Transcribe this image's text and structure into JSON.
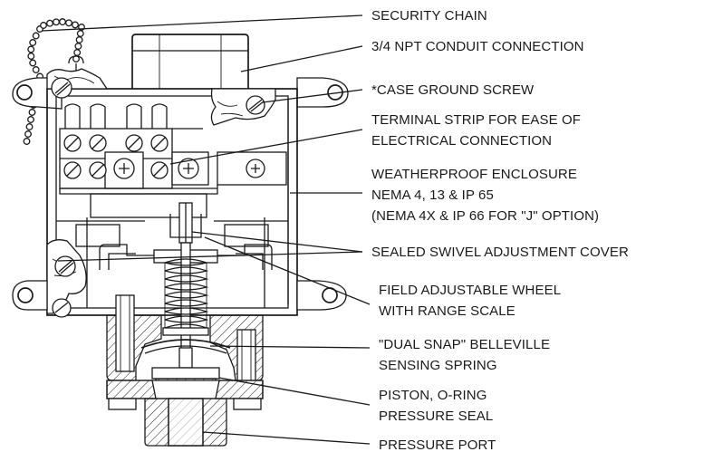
{
  "labels": {
    "security_chain": [
      "SECURITY CHAIN"
    ],
    "conduit_connection": [
      "3/4 NPT CONDUIT CONNECTION"
    ],
    "case_ground_screw": [
      "*CASE GROUND SCREW"
    ],
    "terminal_strip": [
      "TERMINAL STRIP FOR EASE OF",
      "ELECTRICAL CONNECTION"
    ],
    "weatherproof_enclosure": [
      "WEATHERPROOF ENCLOSURE",
      "NEMA 4, 13 & IP 65",
      "(NEMA 4X & IP 66 FOR \"J\" OPTION)"
    ],
    "sealed_swivel_cover": [
      "SEALED SWIVEL ADJUSTMENT COVER"
    ],
    "field_adjustable_wheel": [
      "FIELD ADJUSTABLE WHEEL",
      "WITH RANGE SCALE"
    ],
    "belleville_spring": [
      "\"DUAL SNAP\" BELLEVILLE",
      "SENSING SPRING"
    ],
    "piston_oring": [
      "PISTON, O-RING",
      "PRESSURE SEAL"
    ],
    "pressure_port": [
      "PRESSURE PORT"
    ]
  },
  "colors": {
    "ink": "#1a1a1a",
    "background": "#ffffff"
  }
}
